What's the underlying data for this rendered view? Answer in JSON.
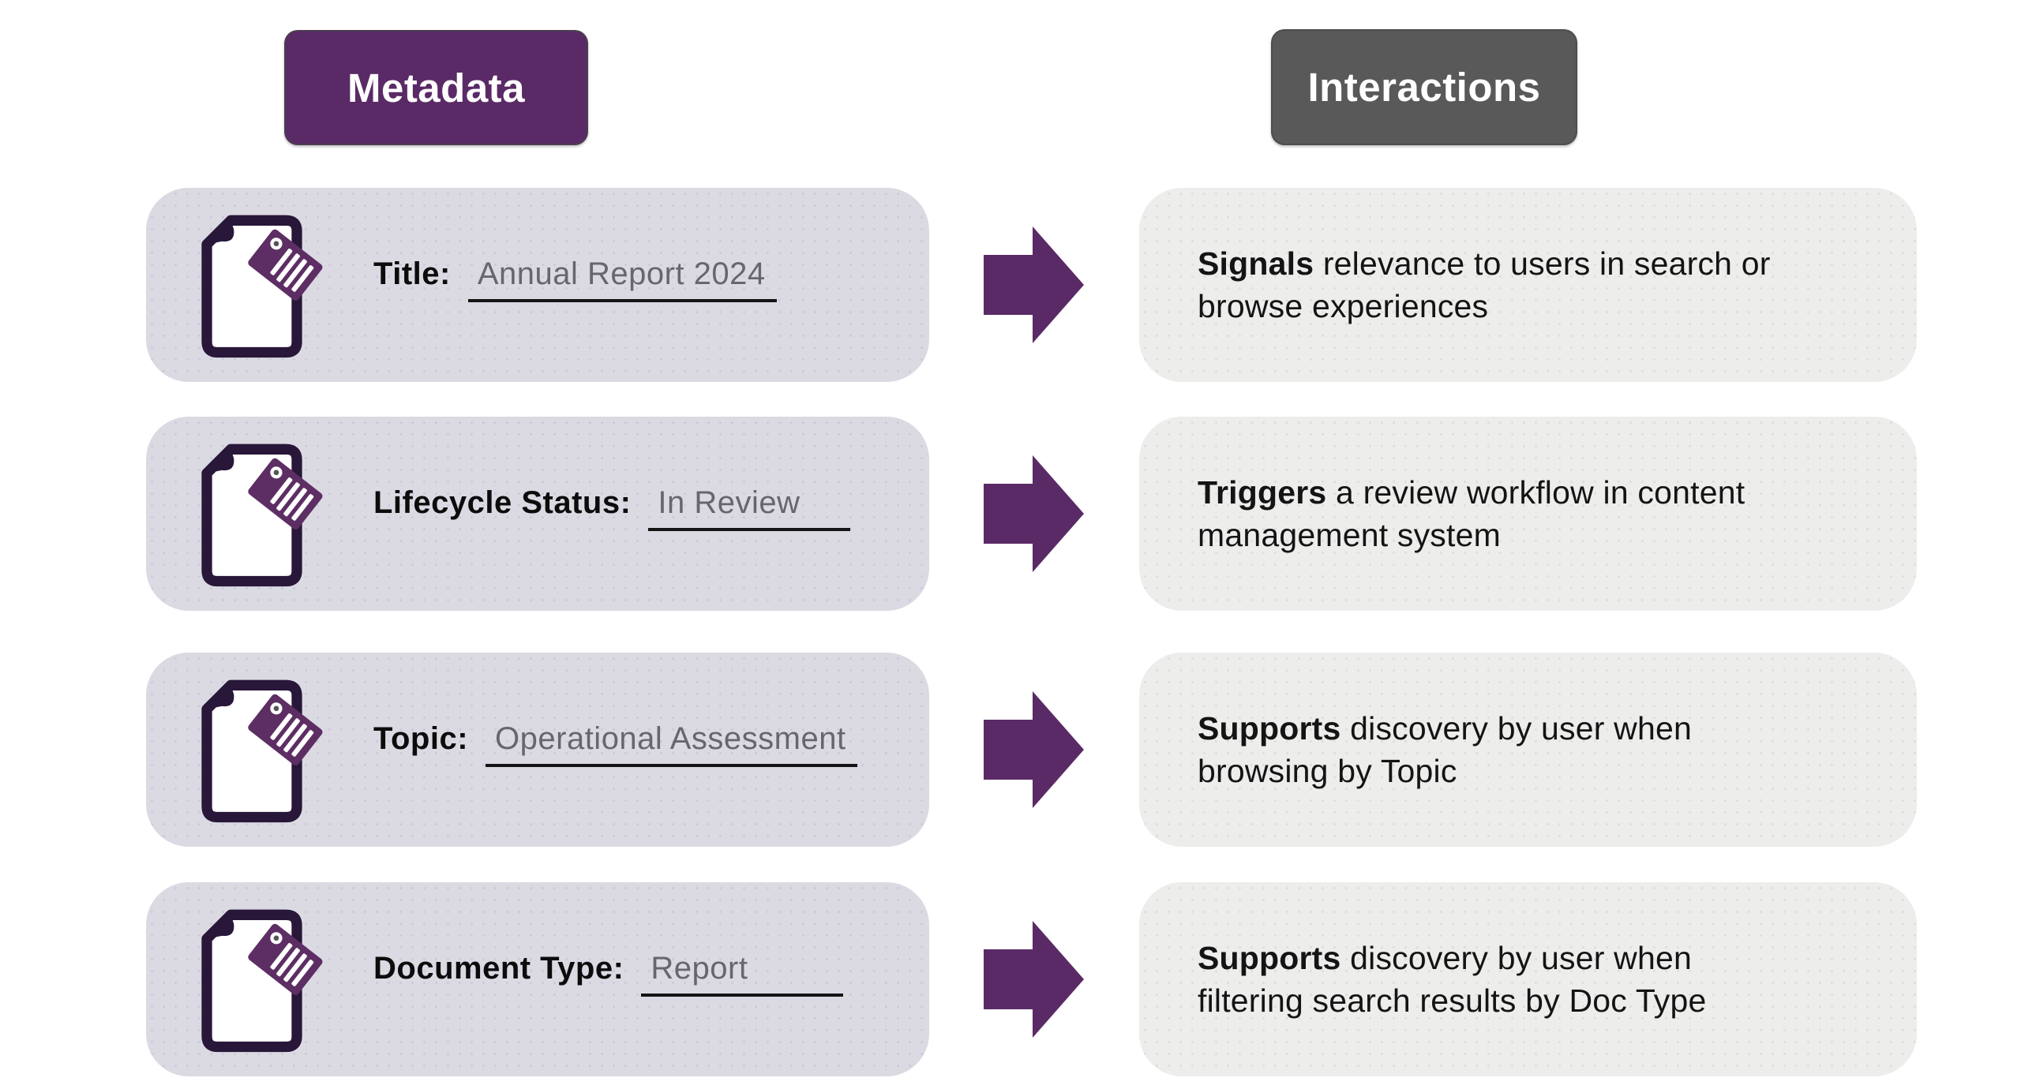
{
  "headers": {
    "metadata": "Metadata",
    "interactions": "Interactions"
  },
  "rows": [
    {
      "label": "Title:",
      "value": "Annual Report 2024",
      "interaction_bold": "Signals",
      "interaction_rest": "relevance to users in search or\nbrowse experiences"
    },
    {
      "label": "Lifecycle Status:",
      "value": "In Review",
      "interaction_bold": "Triggers",
      "interaction_rest": "a review workflow in content\nmanagement system"
    },
    {
      "label": "Topic:",
      "value": "Operational Assessment",
      "interaction_bold": "Supports",
      "interaction_rest": "discovery by user when\nbrowsing by Topic"
    },
    {
      "label": "Document Type:",
      "value": "Report",
      "interaction_bold": "Supports",
      "interaction_rest": "discovery by user when\nfiltering search results by Doc Type"
    }
  ],
  "icons": {
    "left_card_icon": "document-tag-icon",
    "connector_icon": "arrow-right-icon"
  },
  "colors": {
    "header_purple": "#5a2a66",
    "header_gray": "#595959",
    "arrow_purple": "#5a2a66",
    "tag_purple": "#5d2e64",
    "doc_outline": "#281739",
    "left_card_bg": "#dbdae3",
    "right_card_bg": "#ededec",
    "value_text": "#68666d",
    "underline": "#141414",
    "text_dark": "#141414"
  }
}
